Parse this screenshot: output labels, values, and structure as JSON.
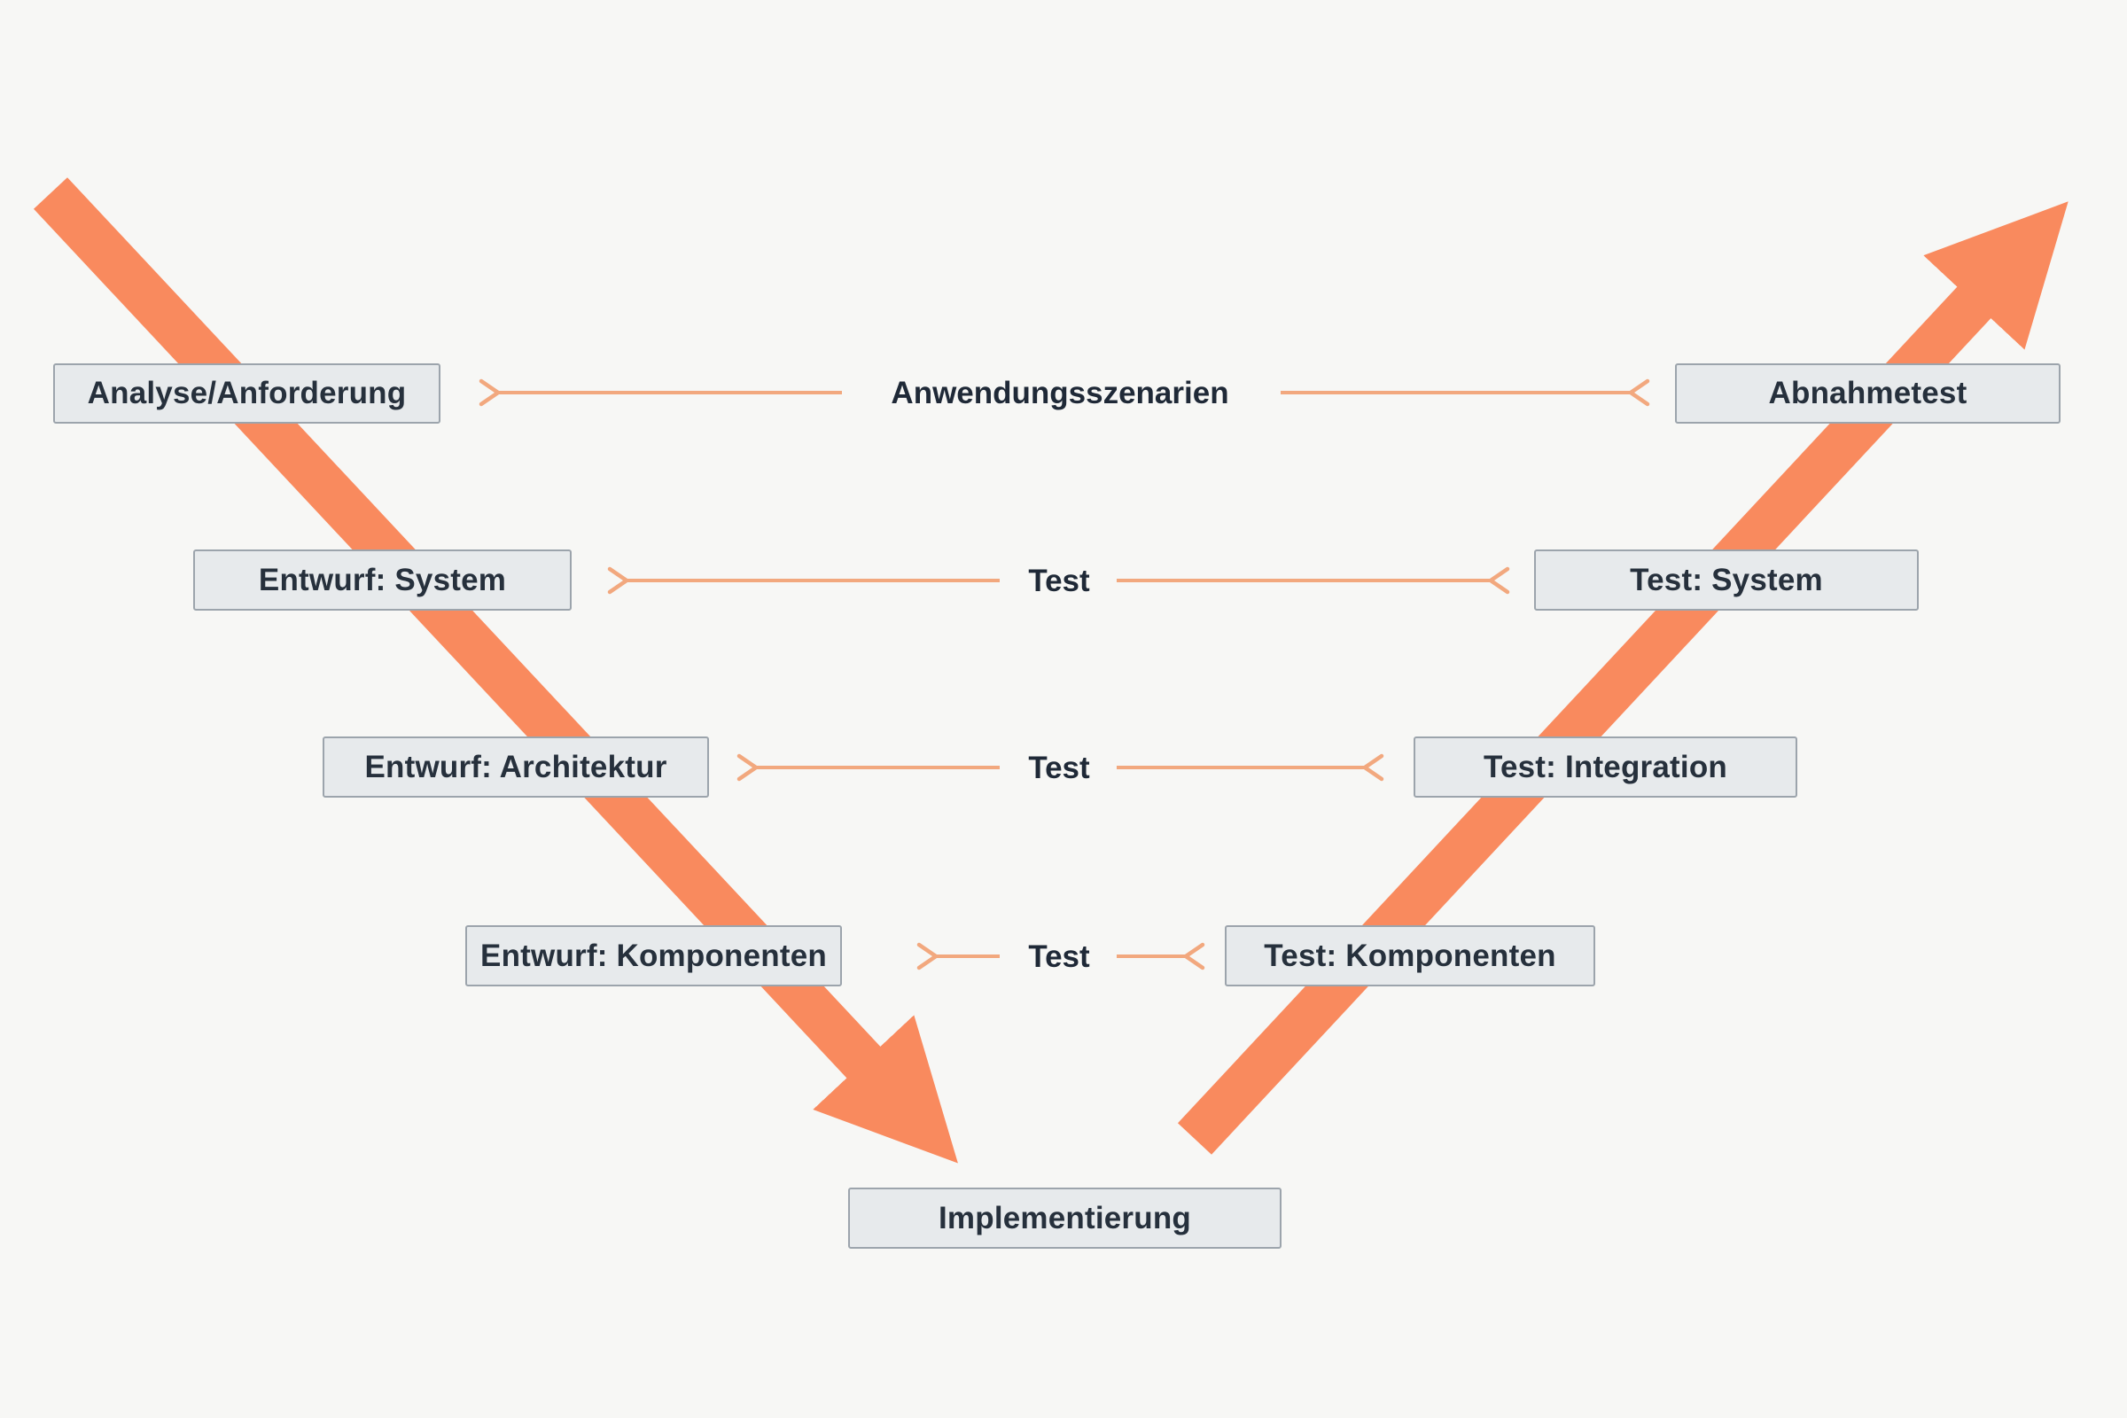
{
  "diagram_type": "v-model-software-development",
  "colors": {
    "background": "#f7f7f5",
    "thick_arrow": "#f98a5e",
    "thin_arrow": "#f2a87e",
    "box_fill": "#e7eaec",
    "box_border": "#9ca4ac",
    "box_text": "#26303c",
    "label_text": "#1f2937"
  },
  "boxes": {
    "analyse": "Analyse/Anforderung",
    "entwurf_system": "Entwurf: System",
    "entwurf_architektur": "Entwurf: Architektur",
    "entwurf_komponenten": "Entwurf: Komponenten",
    "implementierung": "Implementierung",
    "test_komponenten": "Test: Komponenten",
    "test_integration": "Test: Integration",
    "test_system": "Test: System",
    "abnahmetest": "Abnahmetest"
  },
  "connectors": {
    "row1": "Anwendungsszenarien",
    "row2": "Test",
    "row3": "Test",
    "row4": "Test"
  }
}
